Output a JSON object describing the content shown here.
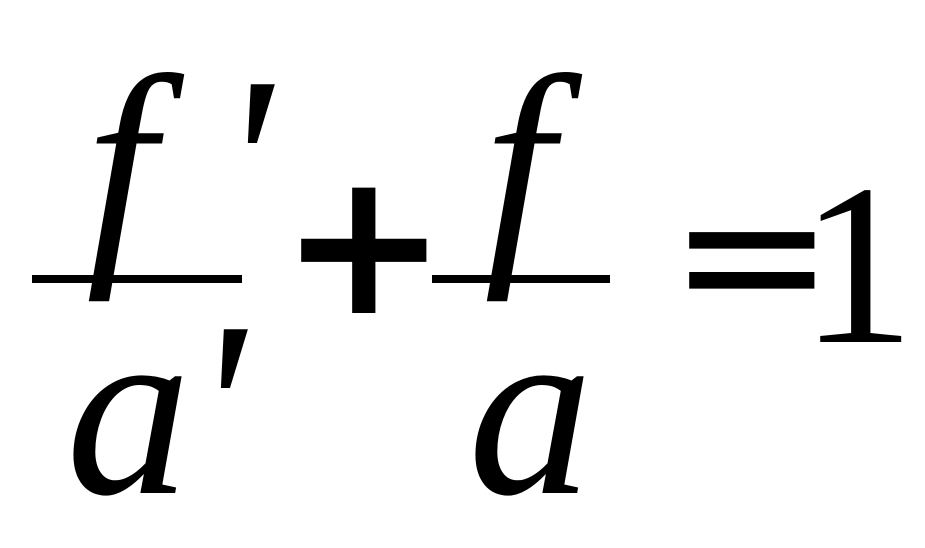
{
  "equation": {
    "fraction1": {
      "numerator": "f '",
      "denominator": "a'"
    },
    "operator": "+",
    "fraction2": {
      "numerator": "f",
      "denominator": "a"
    },
    "relation": "=",
    "rhs": "1"
  }
}
